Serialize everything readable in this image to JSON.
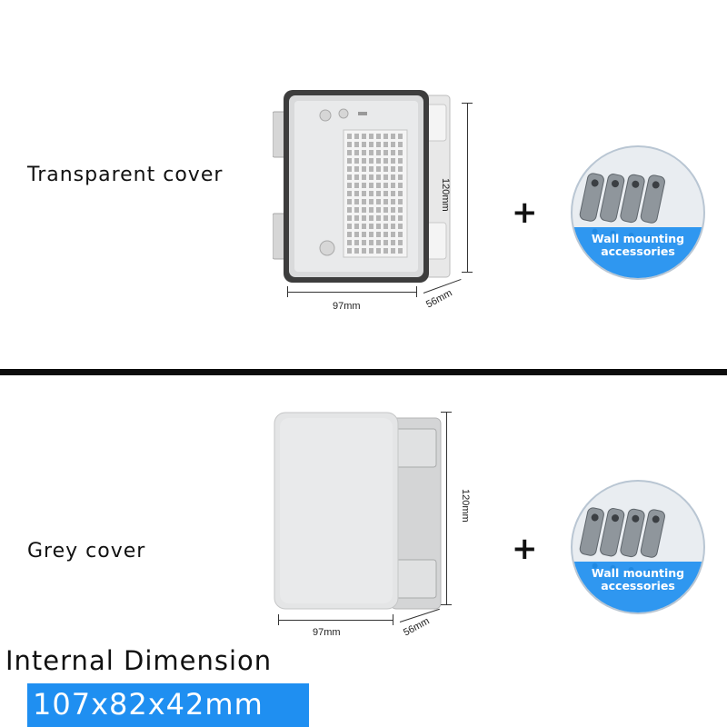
{
  "variants": [
    {
      "label": "Transparent cover",
      "height_label": "120mm",
      "width_label": "97mm",
      "depth_label": "56mm",
      "plus": "+",
      "accessory_line1": "Wall mounting",
      "accessory_line2": "accessories"
    },
    {
      "label": "Grey cover",
      "height_label": "120mm",
      "width_label": "97mm",
      "depth_label": "56mm",
      "plus": "+",
      "accessory_line1": "Wall mounting",
      "accessory_line2": "accessories"
    }
  ],
  "internal": {
    "title": "Internal Dimension",
    "value": "107x82x42mm"
  },
  "colors": {
    "accent_blue": "#1f8ff1",
    "box_grey": "#e3e4e5",
    "divider": "#0d0d0d"
  }
}
